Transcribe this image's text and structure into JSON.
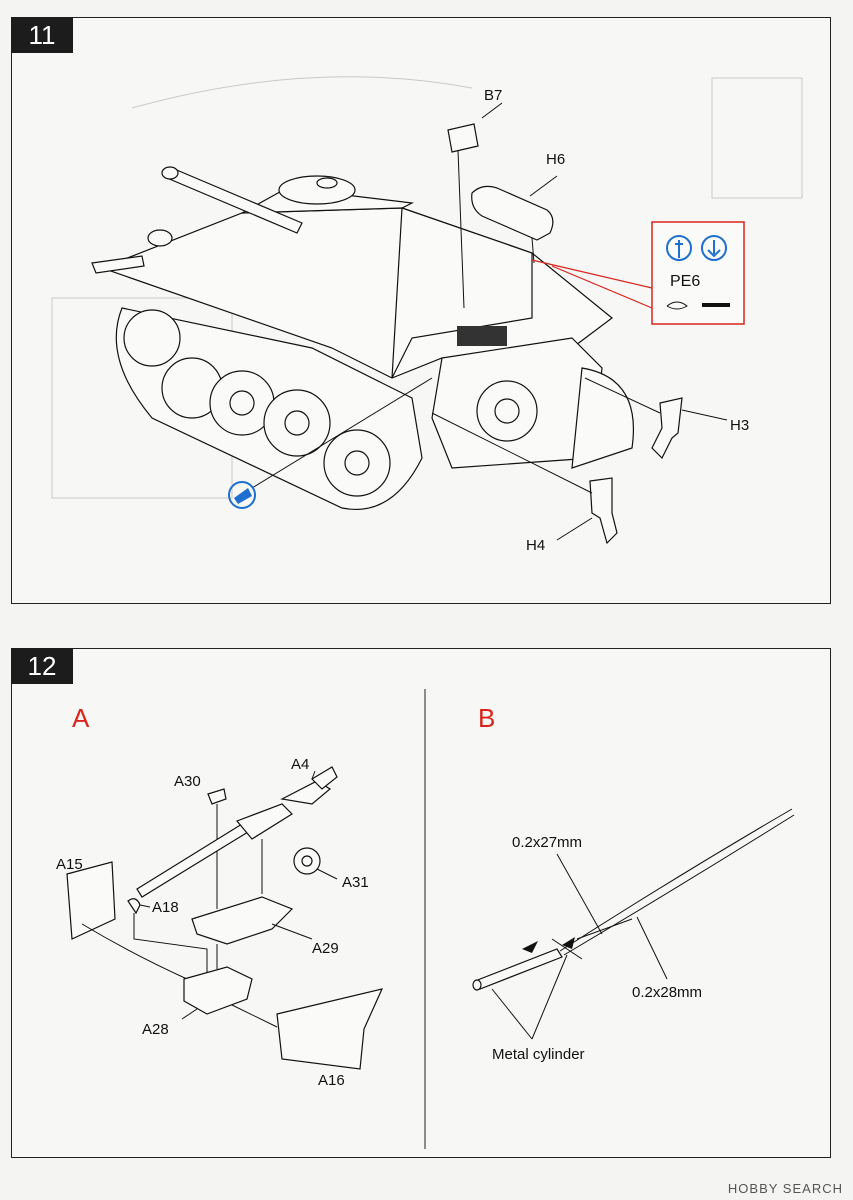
{
  "steps": [
    {
      "number": "11",
      "labels": {
        "b7": "B7",
        "h6": "H6",
        "pe6": "PE6",
        "h3": "H3",
        "h4": "H4"
      }
    },
    {
      "number": "12",
      "section_a": {
        "title": "A",
        "labels": {
          "a30": "A30",
          "a4": "A4",
          "a15": "A15",
          "a18": "A18",
          "a31": "A31",
          "a29": "A29",
          "a28": "A28",
          "a16": "A16"
        }
      },
      "section_b": {
        "title": "B",
        "labels": {
          "wire1": "0.2x27mm",
          "wire2": "0.2x28mm",
          "cylinder": "Metal cylinder"
        }
      }
    }
  ],
  "watermark": "HOBBY SEARCH",
  "colors": {
    "accent_red": "#d9241c",
    "icon_blue": "#1f6fd1",
    "panel_border": "#222222"
  },
  "icons": [
    "drill-icon",
    "glue-icon",
    "paint-icon",
    "pe-strip-icon"
  ]
}
